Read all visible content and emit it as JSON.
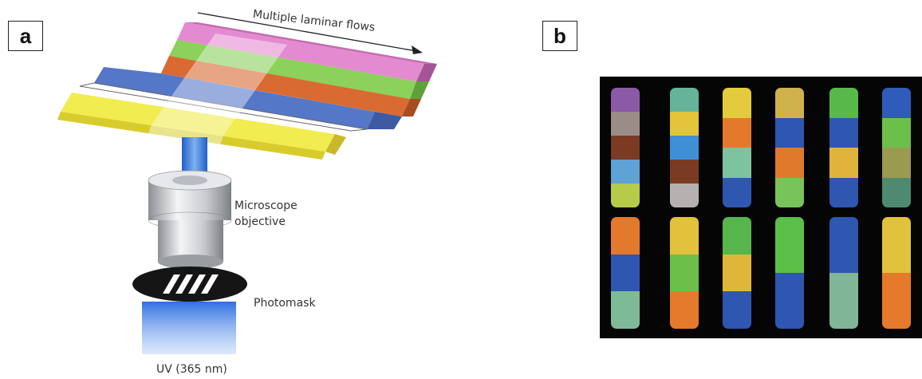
{
  "panels": {
    "a": "a",
    "b": "b"
  },
  "labels": {
    "flows": "Multiple laminar flows",
    "objective_line1": "Microscope",
    "objective_line2": "objective",
    "photomask": "Photomask",
    "uv": "UV (365 nm)"
  },
  "colors": {
    "pink": "#e48ad0",
    "green": "#8bd15a",
    "orange": "#d96a32",
    "blue": "#5577c8",
    "yellow": "#f1ec4f",
    "uv_blue": "#3d7fe0"
  },
  "particles": {
    "top_row": [
      [
        "#8a5aa6",
        "#9a8c86",
        "#7a3b22",
        "#5ea2d6",
        "#b6cc48"
      ],
      [
        "#65b49a",
        "#e3c43a",
        "#3e8fd6",
        "#7a3b22",
        "#b6b0b0"
      ],
      [
        "#e4cb3e",
        "#e5792b",
        "#7ec3a0",
        "#2f56b0"
      ],
      [
        "#d0b24c",
        "#2f56b0",
        "#df7a2c",
        "#78c45a"
      ],
      [
        "#58b84a",
        "#2f56b0",
        "#e0b43a",
        "#2f56b0"
      ],
      [
        "#2f5cba",
        "#6cc04a",
        "#9a9a50",
        "#4e8a70"
      ]
    ],
    "bottom_row": [
      [
        "#e3792a",
        "#2f56b0",
        "#7fba98"
      ],
      [
        "#e2c23c",
        "#6cc04a",
        "#e57a2c"
      ],
      [
        "#56b64c",
        "#e0b63a",
        "#2f56b0"
      ],
      [
        "#5cbf48",
        "#2f56b0"
      ],
      [
        "#2f56b0",
        "#80b598"
      ],
      [
        "#e0c23c",
        "#e57a2c"
      ]
    ]
  }
}
